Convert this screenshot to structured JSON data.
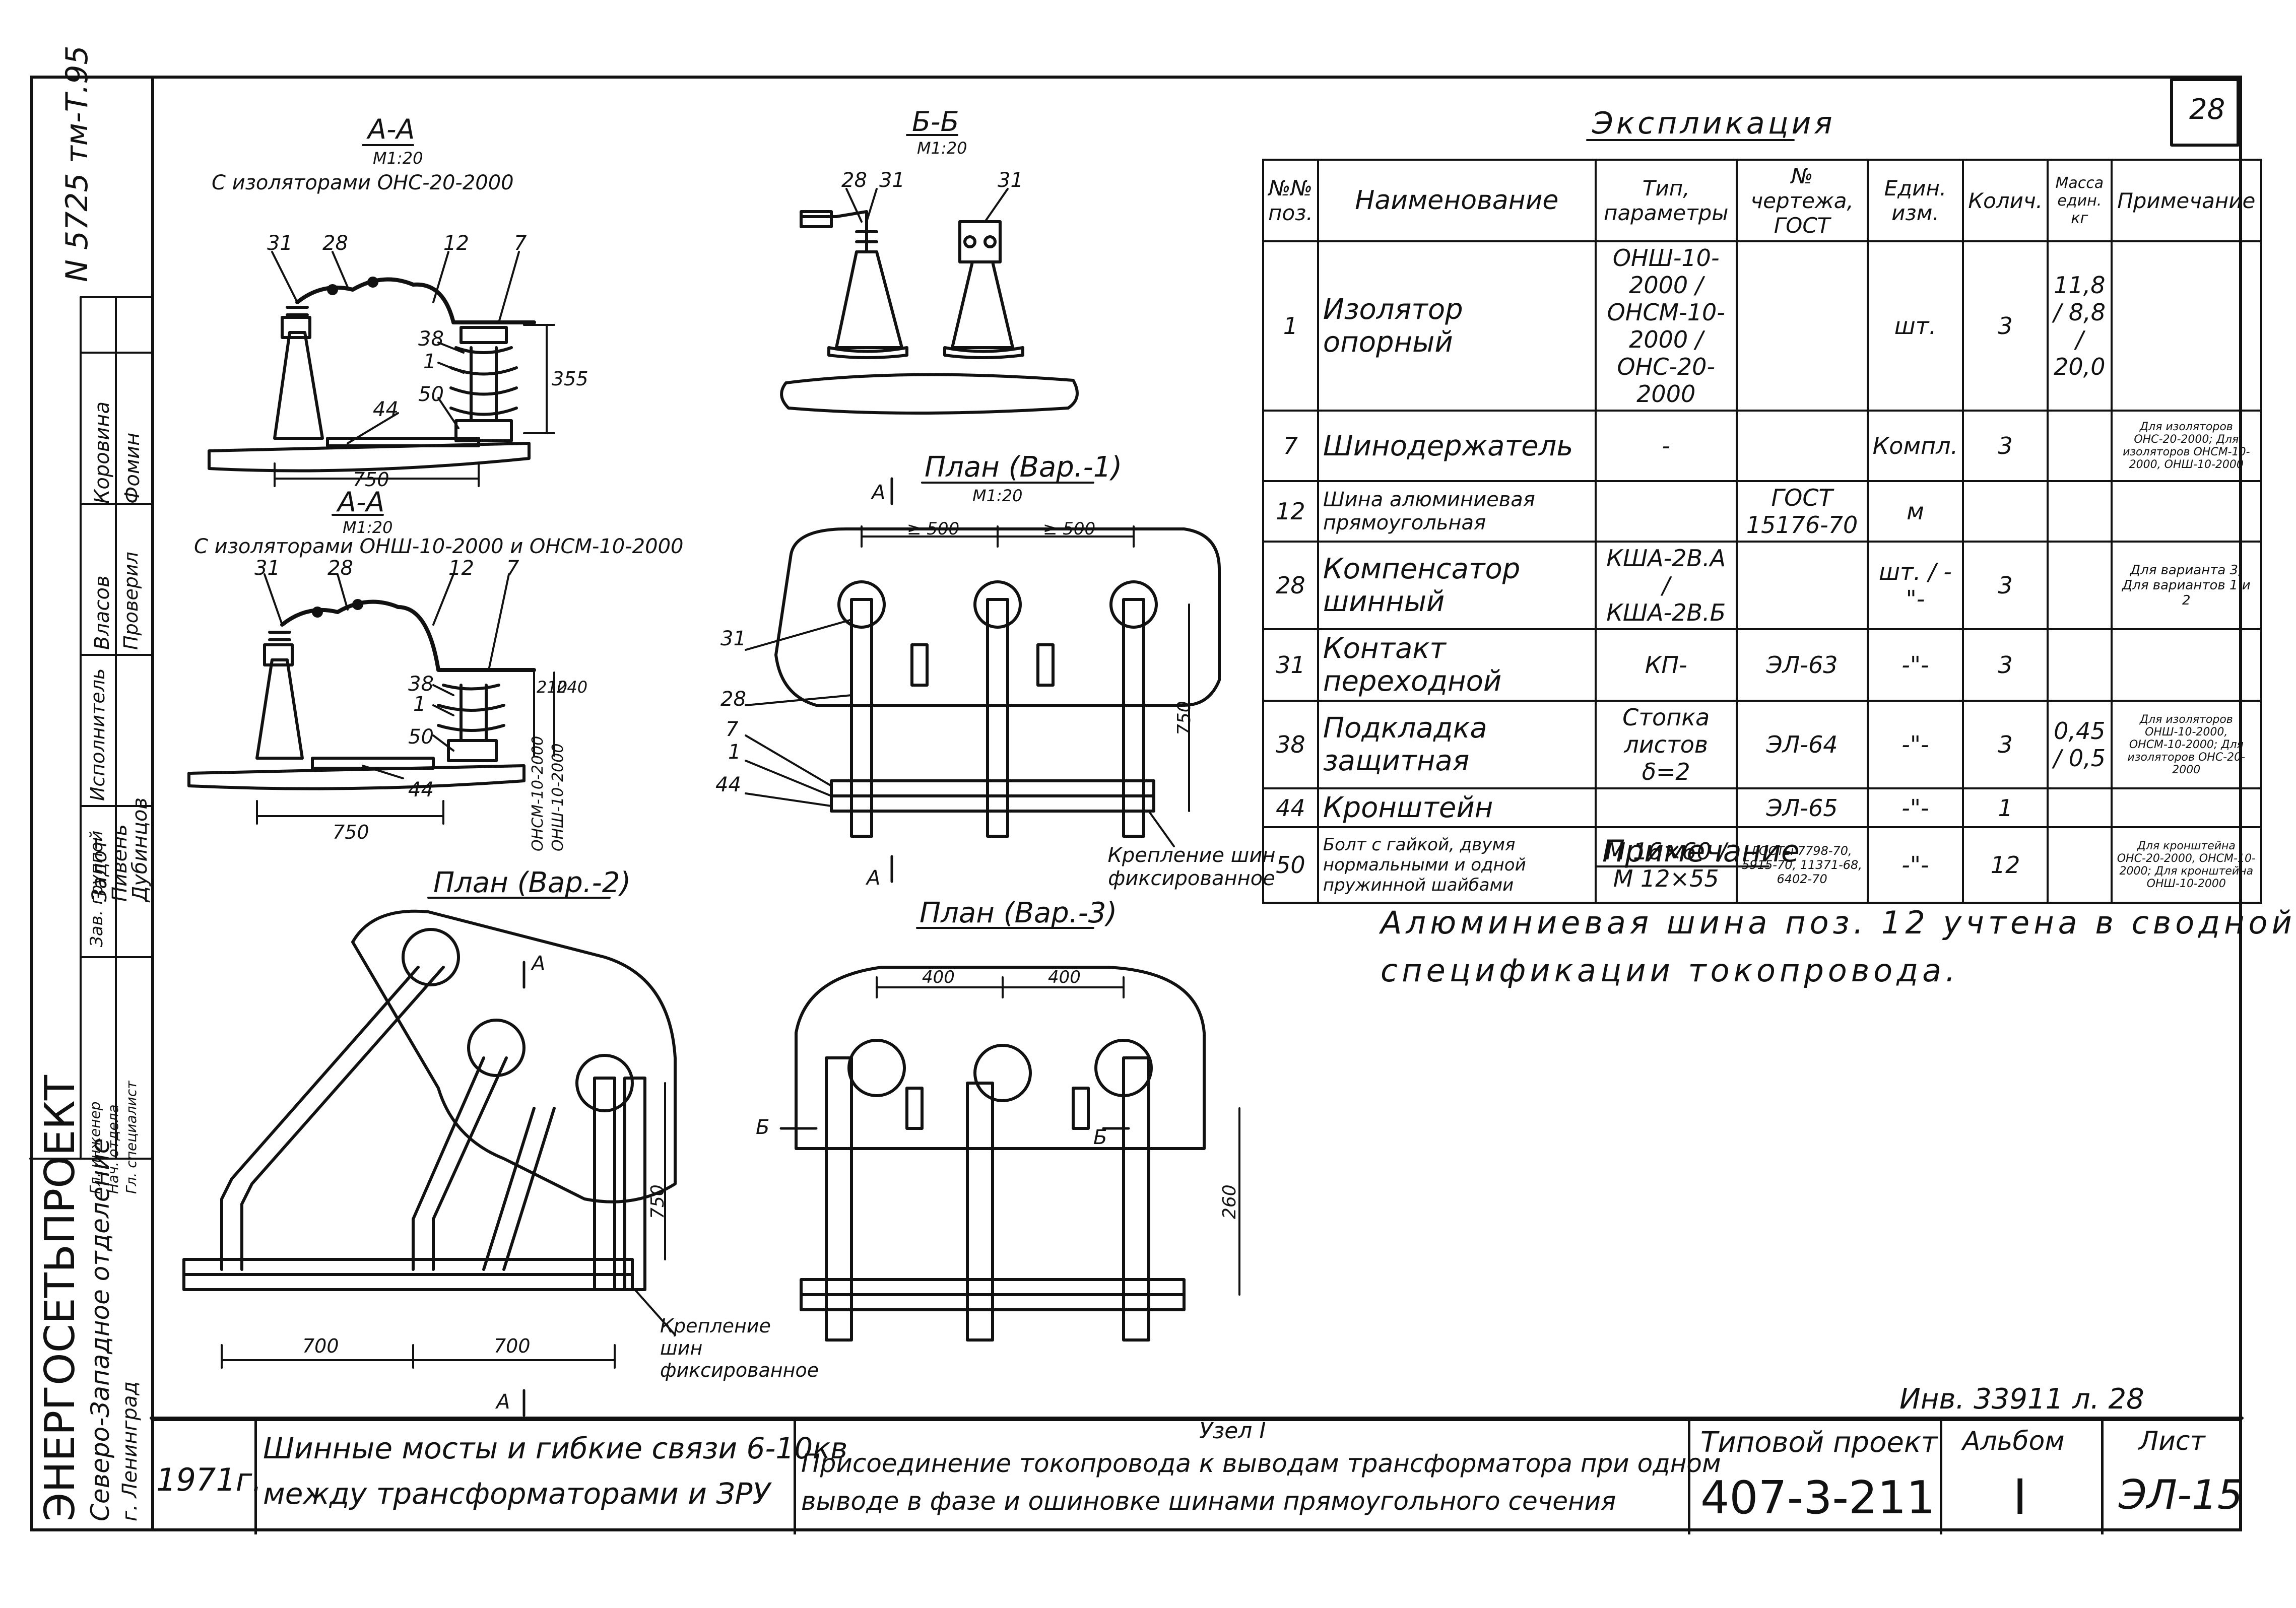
{
  "sheet": {
    "sheet_number": "28",
    "archive_number": "N 5725 тм-Т.95",
    "inventory": "Инв. 33911 л. 28"
  },
  "views": {
    "aa1_title": "А-А",
    "aa1_scale": "М1:20",
    "aa1_caption": "С изоляторами ОНС-20-2000",
    "aa2_title": "А-А",
    "aa2_scale": "М1:20",
    "aa2_caption": "С изоляторами ОНШ-10-2000 и ОНСМ-10-2000",
    "bb_title": "Б-Б",
    "bb_scale": "М1:20",
    "plan1_title": "План (Вар.-1)",
    "plan1_scale": "М1:20",
    "plan2_title": "План (Вар.-2)",
    "plan3_title": "План (Вар.-3)",
    "fix_note_1": "Крепление шин фиксированное",
    "fix_note_2": "Крепление шин фиксированное"
  },
  "dims": {
    "d750a": "750",
    "d355": "355",
    "d750b": "750",
    "d210_1": "210",
    "d210_2": "240",
    "iso_v1": "ОНСМ-10-2000",
    "iso_v2": "ОНШ-10-2000",
    "d500a": "≥ 500",
    "d500b": "≥ 500",
    "d750c": "750",
    "d700a": "700",
    "d700b": "700",
    "d750d": "750",
    "d400a": "400",
    "d400b": "400",
    "d260": "260"
  },
  "positions": {
    "p31a": "31",
    "p28a": "28",
    "p12a": "12",
    "p7a": "7",
    "p38a": "38",
    "p1a": "1",
    "p50a": "50",
    "p44a": "44",
    "p31b": "31",
    "p28b": "28",
    "p12b": "12",
    "p7b": "7",
    "p38b": "38",
    "p1b": "1",
    "p50b": "50",
    "p44b": "44",
    "p28c": "28",
    "p31c": "31",
    "p31d": "31",
    "p31e": "31",
    "p28e": "28",
    "p7e": "7",
    "p1e": "1",
    "p44e": "44",
    "sec_a": "А",
    "sec_b": "Б"
  },
  "explication": {
    "title": "Экспликация",
    "headers": {
      "pos": "№№ поз.",
      "name": "Наименование",
      "type": "Тип, параметры",
      "drawing": "№ чертежа, ГОСТ",
      "unit": "Един. изм.",
      "qty": "Колич.",
      "mass": "Масса един. кг",
      "note": "Примечание"
    },
    "rows": [
      {
        "pos": "1",
        "name": "Изолятор опорный",
        "type": "ОНШ-10-2000 / ОНСМ-10-2000 / ОНС-20-2000",
        "drawing": "",
        "unit": "шт.",
        "qty": "3",
        "mass": "11,8 / 8,8 / 20,0",
        "note": ""
      },
      {
        "pos": "7",
        "name": "Шинодержатель",
        "type": "-",
        "drawing": "",
        "unit": "Компл.",
        "qty": "3",
        "mass": "",
        "note": "Для изоляторов ОНС-20-2000; Для изоляторов ОНСМ-10-2000, ОНШ-10-2000"
      },
      {
        "pos": "12",
        "name": "Шина алюминиевая прямоугольная",
        "type": "",
        "drawing": "ГОСТ 15176-70",
        "unit": "м",
        "qty": "",
        "mass": "",
        "note": ""
      },
      {
        "pos": "28",
        "name": "Компенсатор шинный",
        "type": "КША-2В.А / КША-2В.Б",
        "drawing": "",
        "unit": "шт. / -\"-",
        "qty": "3",
        "mass": "",
        "note": "Для варианта 3; Для вариантов 1 и 2"
      },
      {
        "pos": "31",
        "name": "Контакт переходной",
        "type": "КП-",
        "drawing": "ЭЛ-63",
        "unit": "-\"-",
        "qty": "3",
        "mass": "",
        "note": ""
      },
      {
        "pos": "38",
        "name": "Подкладка защитная",
        "type": "Стопка листов δ=2",
        "drawing": "ЭЛ-64",
        "unit": "-\"-",
        "qty": "3",
        "mass": "0,45 / 0,5",
        "note": "Для изоляторов ОНШ-10-2000, ОНСМ-10-2000; Для изоляторов ОНС-20-2000"
      },
      {
        "pos": "44",
        "name": "Кронштейн",
        "type": "",
        "drawing": "ЭЛ-65",
        "unit": "-\"-",
        "qty": "1",
        "mass": "",
        "note": ""
      },
      {
        "pos": "50",
        "name": "Болт с гайкой, двумя нормальными и одной пружинной шайбами",
        "type": "М 16×60 / М 12×55",
        "drawing": "ГОСТы 7798-70, 5915-70, 11371-68, 6402-70",
        "unit": "-\"-",
        "qty": "12",
        "mass": "",
        "note": "Для кронштейна ОНС-20-2000, ОНСМ-10-2000; Для кронштейна ОНШ-10-2000"
      }
    ]
  },
  "note": {
    "title": "Примечание",
    "text1": "Алюминиевая шина поз. 12 учтена в сводной",
    "text2": "спецификации токопровода."
  },
  "stamp": {
    "org1": "ЭНЕРГОСЕТЬПРОЕКТ",
    "org2": "Северо-Западное отделение",
    "org3": "г. Ленинград",
    "roles": [
      "Гл. инженер",
      "Нач. отдела",
      "Гл. специалист",
      "Зав. группой",
      "Исполнитель",
      "Проверил"
    ],
    "names": [
      "Задот",
      "Пивень",
      "Дубинцов",
      "Власов",
      "Коровина",
      "Фомин"
    ],
    "year": "1971г.",
    "title1": "Шинные мосты и гибкие связи 6-10кв",
    "title2": "между трансформаторами и ЗРУ",
    "node": "Узел I",
    "desc1": "Присоединение токопровода к выводам трансформатора при одном",
    "desc2": "выводе в фазе и ошиновке шинами прямоугольного сечения",
    "project_label": "Типовой проект",
    "project": "407-3-211",
    "album_label": "Альбом",
    "album": "I",
    "list_label": "Лист",
    "list": "ЭЛ-15"
  }
}
